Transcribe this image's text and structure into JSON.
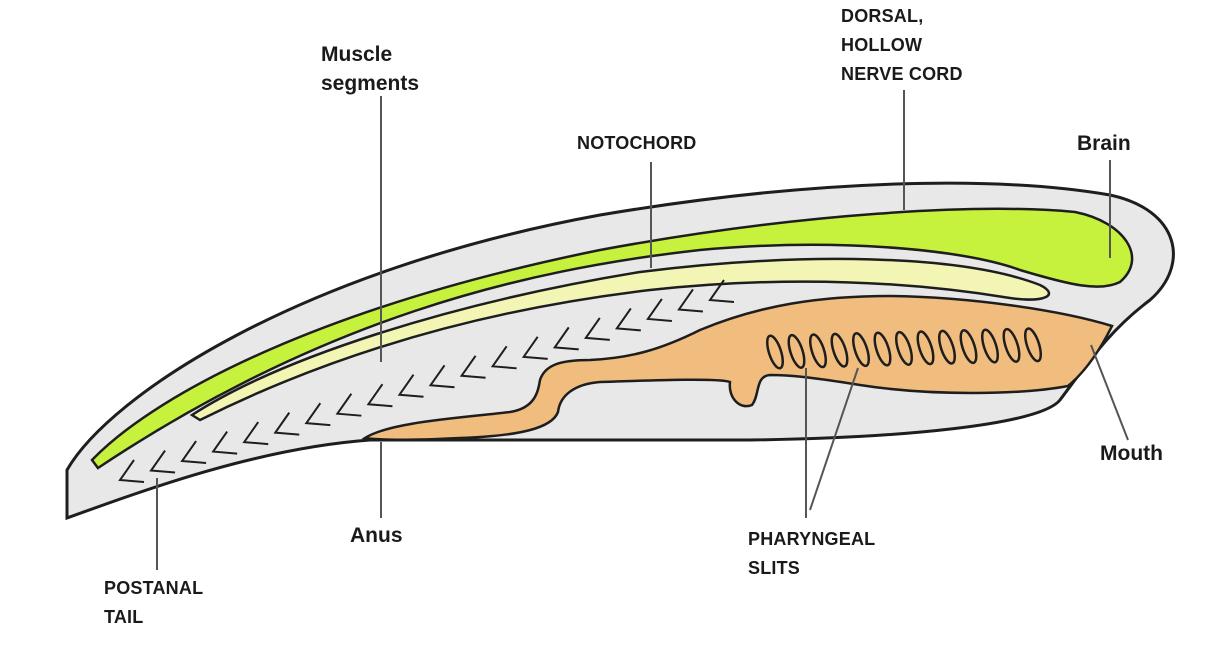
{
  "labels": {
    "muscle_segments": [
      "Muscle",
      "segments"
    ],
    "dorsal": [
      "DORSAL,",
      "HOLLOW",
      "NERVE CORD"
    ],
    "notochord": "NOTOCHORD",
    "brain": "Brain",
    "mouth": "Mouth",
    "anus": "Anus",
    "pharyngeal": [
      "PHARYNGEAL",
      "SLITS"
    ],
    "postanal": [
      "POSTANAL",
      "TAIL"
    ]
  },
  "colors": {
    "body_fill": "#e8e8e8",
    "nerve_cord": "#c6f23e",
    "notochord": "#f2f5b4",
    "gut": "#f0bd7e",
    "outline": "#1e1e1e",
    "leader_line": "#555555"
  }
}
